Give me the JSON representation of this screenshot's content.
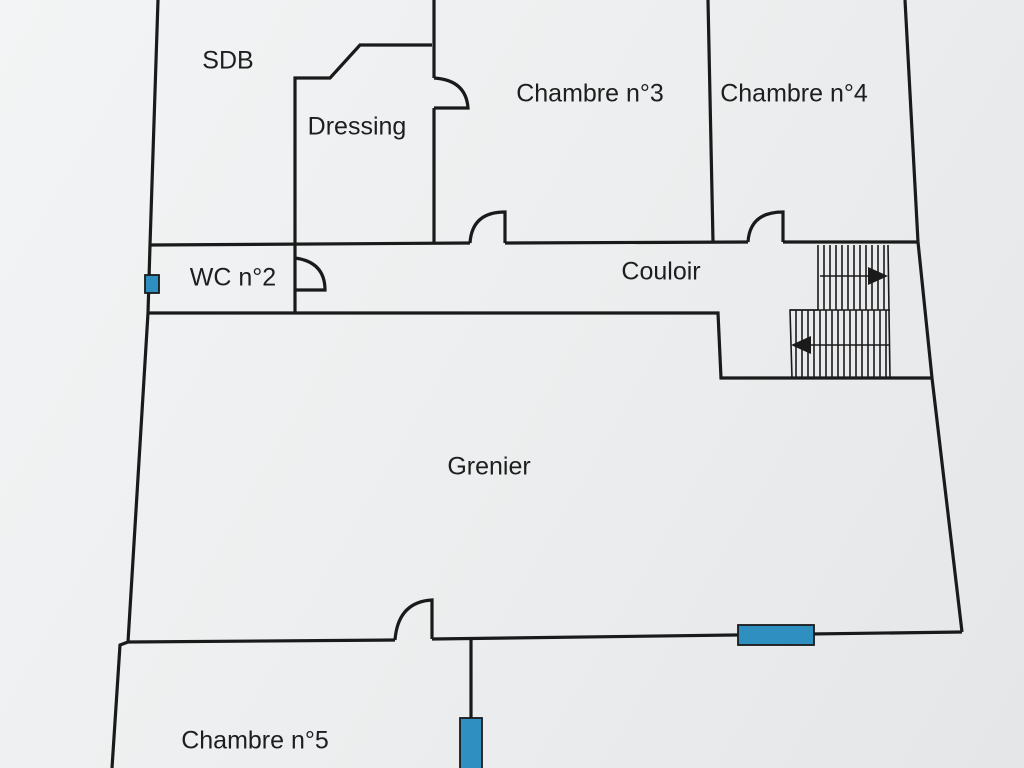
{
  "rooms": {
    "sdb": "SDB",
    "dressing": "Dressing",
    "chambre3": "Chambre n°3",
    "chambre4": "Chambre n°4",
    "wc2": "WC n°2",
    "couloir": "Couloir",
    "grenier": "Grenier",
    "chambre5": "Chambre n°5"
  },
  "colors": {
    "wall": "#1a1a1a",
    "window": "#2f8fc1"
  }
}
